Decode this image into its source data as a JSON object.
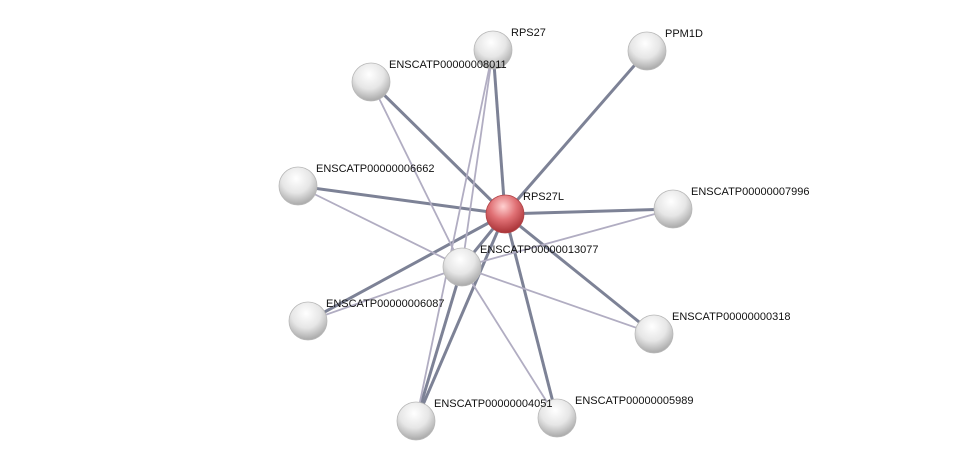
{
  "network": {
    "nodes": [
      {
        "id": "RPS27L",
        "label": "RPS27L",
        "query": true
      },
      {
        "id": "RPS27",
        "label": "RPS27"
      },
      {
        "id": "PPM1D",
        "label": "PPM1D"
      },
      {
        "id": "ENSCATP00000008011",
        "label": "ENSCATP00000008011"
      },
      {
        "id": "ENSCATP00000006662",
        "label": "ENSCATP00000006662"
      },
      {
        "id": "ENSCATP00000007996",
        "label": "ENSCATP00000007996"
      },
      {
        "id": "ENSCATP00000013077",
        "label": "ENSCATP00000013077"
      },
      {
        "id": "ENSCATP00000006087",
        "label": "ENSCATP00000006087"
      },
      {
        "id": "ENSCATP00000000318",
        "label": "ENSCATP00000000318"
      },
      {
        "id": "ENSCATP00000004051",
        "label": "ENSCATP00000004051"
      },
      {
        "id": "ENSCATP00000005989",
        "label": "ENSCATP00000005989"
      }
    ],
    "edges": [
      {
        "a": "RPS27L",
        "b": "RPS27",
        "strength": "strong"
      },
      {
        "a": "RPS27L",
        "b": "PPM1D",
        "strength": "strong"
      },
      {
        "a": "RPS27L",
        "b": "ENSCATP00000008011",
        "strength": "strong"
      },
      {
        "a": "RPS27L",
        "b": "ENSCATP00000006662",
        "strength": "strong"
      },
      {
        "a": "RPS27L",
        "b": "ENSCATP00000007996",
        "strength": "strong"
      },
      {
        "a": "RPS27L",
        "b": "ENSCATP00000013077",
        "strength": "strong"
      },
      {
        "a": "RPS27L",
        "b": "ENSCATP00000006087",
        "strength": "strong"
      },
      {
        "a": "RPS27L",
        "b": "ENSCATP00000000318",
        "strength": "strong"
      },
      {
        "a": "RPS27L",
        "b": "ENSCATP00000004051",
        "strength": "strong"
      },
      {
        "a": "RPS27L",
        "b": "ENSCATP00000005989",
        "strength": "strong"
      },
      {
        "a": "ENSCATP00000013077",
        "b": "ENSCATP00000008011",
        "strength": "weak"
      },
      {
        "a": "ENSCATP00000013077",
        "b": "RPS27",
        "strength": "weak"
      },
      {
        "a": "ENSCATP00000013077",
        "b": "ENSCATP00000006662",
        "strength": "weak"
      },
      {
        "a": "ENSCATP00000013077",
        "b": "ENSCATP00000007996",
        "strength": "weak"
      },
      {
        "a": "ENSCATP00000013077",
        "b": "ENSCATP00000006087",
        "strength": "weak"
      },
      {
        "a": "ENSCATP00000013077",
        "b": "ENSCATP00000000318",
        "strength": "weak"
      },
      {
        "a": "ENSCATP00000013077",
        "b": "ENSCATP00000004051",
        "strength": "strong"
      },
      {
        "a": "ENSCATP00000013077",
        "b": "ENSCATP00000005989",
        "strength": "weak"
      },
      {
        "a": "ENSCATP00000004051",
        "b": "RPS27",
        "strength": "weak"
      }
    ],
    "colors": {
      "query_node": "#d9585c",
      "node": "#e4e4e4",
      "strong_edge": "#7d8296",
      "weak_edge": "#b1adc2"
    }
  }
}
